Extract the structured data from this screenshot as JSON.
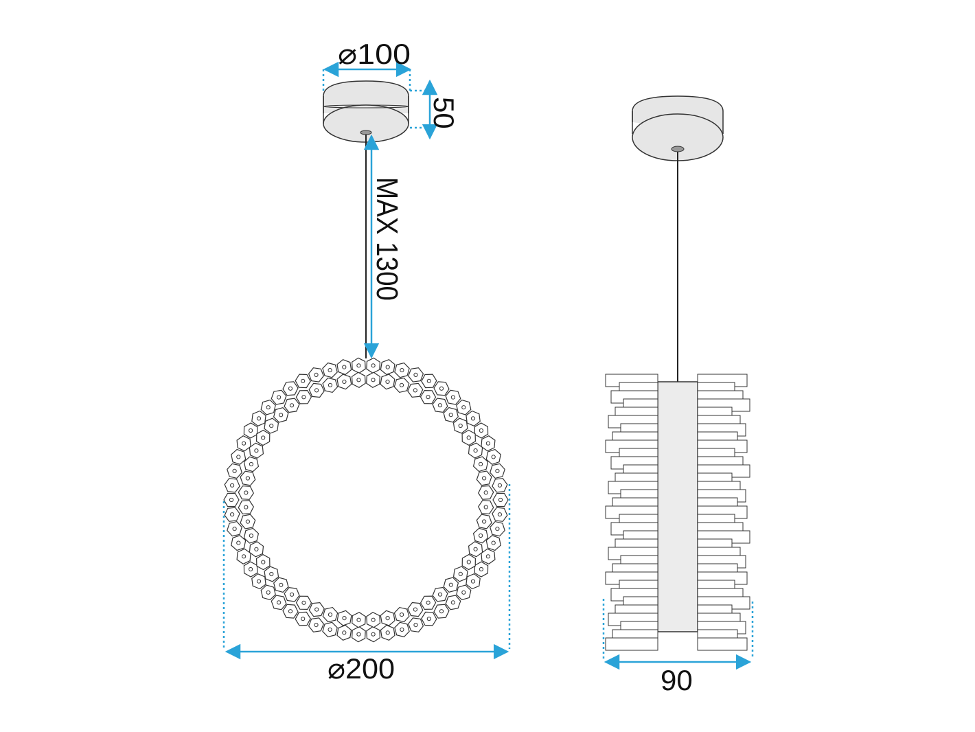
{
  "dimensions": {
    "canopy_diameter": "⌀100",
    "canopy_height": "50",
    "cable_length": "MAX 1300",
    "ring_diameter": "⌀200",
    "side_width": "90"
  },
  "colors": {
    "dimension_line": "#2aa3d8",
    "outline": "#333333",
    "canopy_fill": "#e6e6e6",
    "cable": "#222222"
  }
}
